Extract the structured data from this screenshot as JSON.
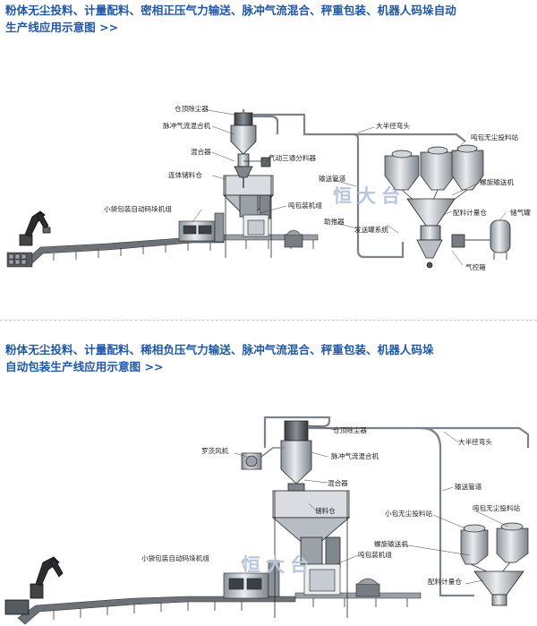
{
  "section1": {
    "title_line1": "粉体无尘投料、计量配料、密相正压气力输送、脉冲气流混合、秤重包装、机器人码垛自动",
    "title_line2": "生产线应用示意图 >>",
    "labels": {
      "roof_dust": "仓顶除尘器",
      "pulse_mixer": "脉冲气流混合机",
      "mixing_unit": "混合器",
      "three_way": "气动三通分料器",
      "storage_bin": "连体储料仓",
      "packing_robot": "小袋包装自动码垛机组",
      "ton_packer": "吨包装机组",
      "large_bend": "大半径弯头",
      "conveying_pipe": "输送管道",
      "booster": "助推器",
      "sender": "发送罐系统",
      "ton_bag_station": "吨包无尘投料站",
      "screw_conveyor": "螺旋输送机",
      "batch_silo": "配料计量仓",
      "gas_tank": "储气罐",
      "control_box": "气控箱"
    }
  },
  "section2": {
    "title_line1": "粉体无尘投料、计量配料、稀相负压气力输送、脉冲气流混合、秤重包装、机器人码垛",
    "title_line2": "自动包装生产线应用示意图 >>",
    "labels": {
      "roof_dust": "仓顶除尘器",
      "roots_blower": "罗茨风机",
      "pulse_mixer": "脉冲气流混合机",
      "mixing_unit": "混合器",
      "storage_bin": "储料仓",
      "packing_robot": "小袋包装自动码垛机组",
      "ton_packer": "吨包装机组",
      "large_bend": "大半径弯头",
      "conveying_pipe": "输送管道",
      "small_bag_station": "小包无尘投料站",
      "ton_bag_station": "吨包无尘投料站",
      "screw_conveyor": "螺旋输送机",
      "batch_silo": "配料计量仓"
    }
  },
  "watermark": "恒大台"
}
